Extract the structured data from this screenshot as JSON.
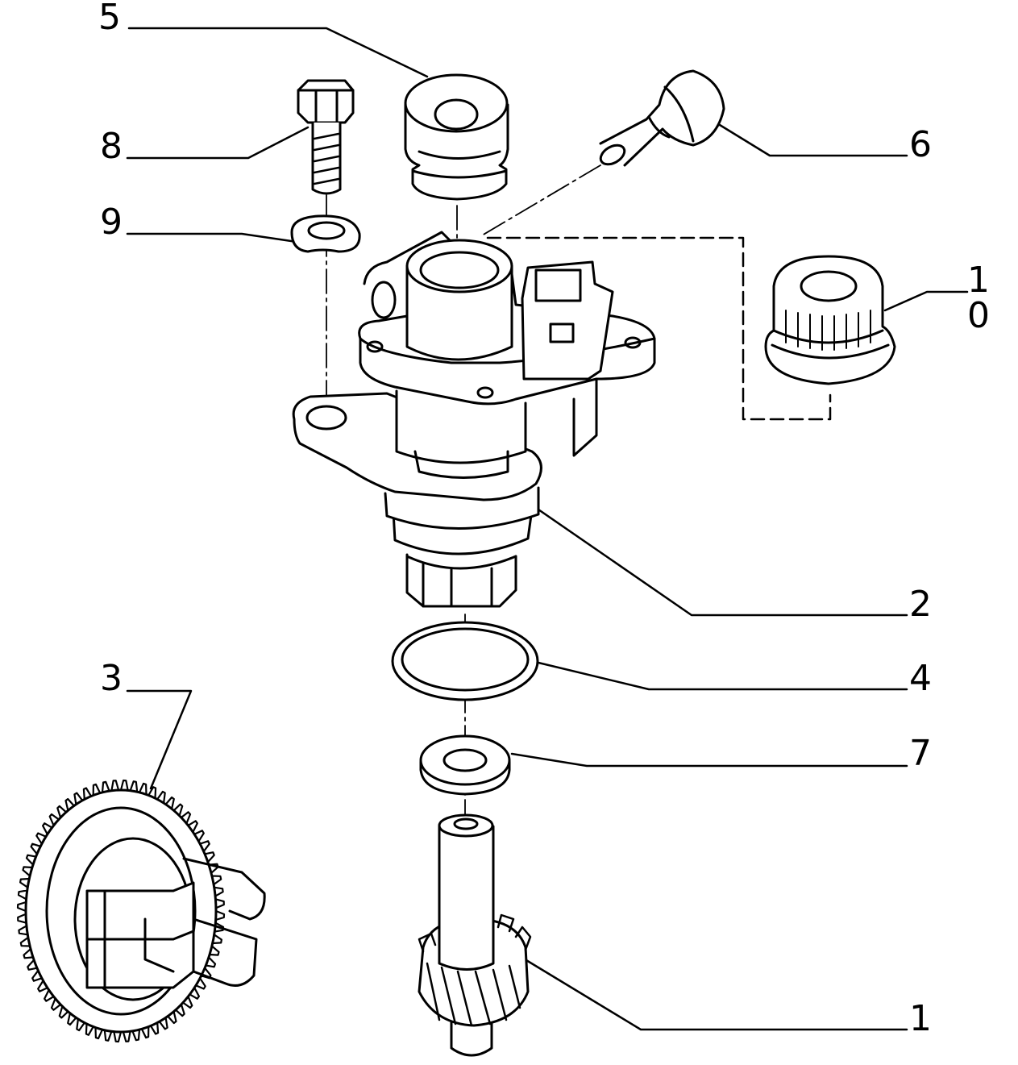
{
  "diagram": {
    "callouts": {
      "c1": "1",
      "c2": "2",
      "c3": "3",
      "c4": "4",
      "c5": "5",
      "c6": "6",
      "c7": "7",
      "c8": "8",
      "c9": "9",
      "c10": "1 0"
    }
  }
}
